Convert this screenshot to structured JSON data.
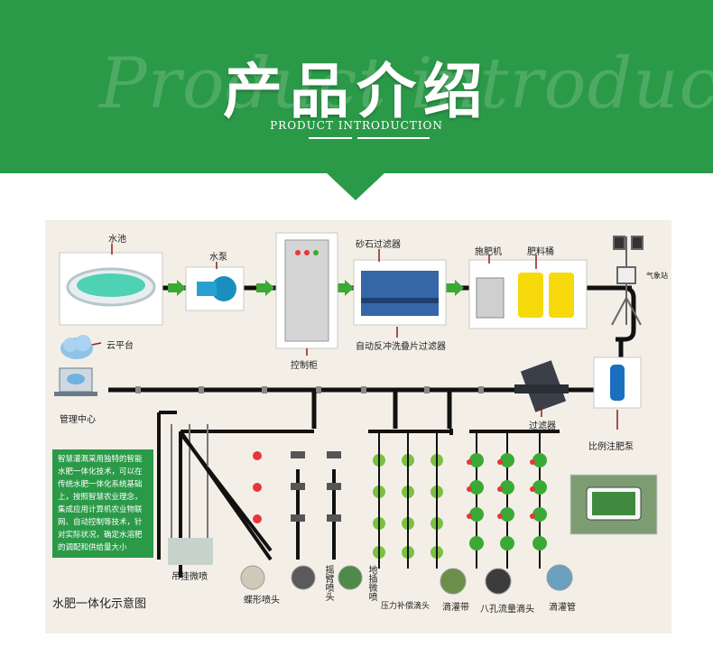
{
  "banner": {
    "title": "产品介绍",
    "watermark": "Product introduction",
    "subtitle": "PRODUCT INTRODUCTION",
    "color": "#2b9a48"
  },
  "diagram": {
    "labels": {
      "pool": "水池",
      "pump": "水泵",
      "control_cabinet": "控制柜",
      "sand_filter": "砂石过滤器",
      "backwash_filter": "自动反冲洗叠片过滤器",
      "fertilizer_machine": "施肥机",
      "fertilizer_tank": "肥料桶",
      "weather_station": "气象站",
      "cloud_platform": "云平台",
      "management_center": "管理中心",
      "filter": "过滤器",
      "proportional_pump": "比例注肥泵",
      "hanging_micro_spray": "吊挂微喷",
      "butterfly_nozzle": "蝶形喷头",
      "rocker_nozzle": "摇臂喷头",
      "ground_micro_spray": "地插微喷",
      "pressure_drip": "压力补偿滴头",
      "drip_tape": "滴灌带",
      "eight_hole_drip": "八孔流量滴头",
      "drip_pipe": "滴灌管"
    },
    "description": "智慧灌溉采用独特的智能水肥一体化技术，可以在传统水肥一体化系统基础上，按照智慧农业理念，集成应用计算机农业物联网、自动控制等技术，针对实际状况，确定水溶肥的调配和供给量大小",
    "caption": "水肥一体化示意图",
    "colors": {
      "pipe": "#111111",
      "arrow": "#3aaa35",
      "leaf": "#3aaa35",
      "flower": "#e8353a",
      "tank": "#f5d90a"
    }
  }
}
